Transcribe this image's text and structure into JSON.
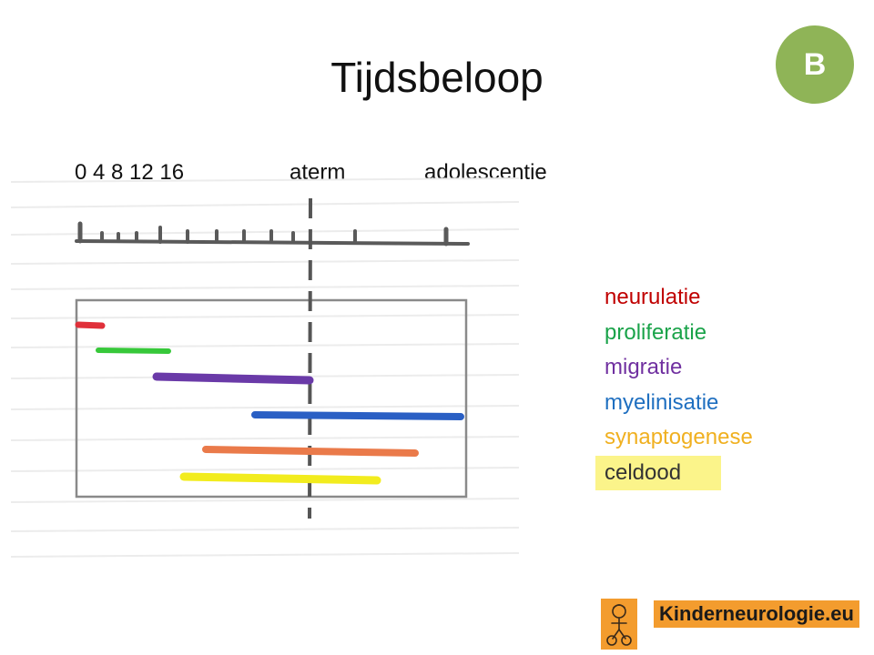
{
  "title": "Tijdsbeloop",
  "badge": "B",
  "axis_labels": {
    "weeks": "0  4  8 12 16",
    "term": "aterm",
    "adolescence": "adolescentie"
  },
  "legend": [
    {
      "label": "neurulatie",
      "color": "#c00000"
    },
    {
      "label": "proliferatie",
      "color": "#1aa34a"
    },
    {
      "label": "migratie",
      "color": "#7030a0"
    },
    {
      "label": "myelinisatie",
      "color": "#1f6fc0"
    },
    {
      "label": "synaptogenese",
      "color": "#f0b020"
    },
    {
      "label": "celdood",
      "color": "#333333",
      "highlight": "#fbf48a"
    }
  ],
  "bar_colors": {
    "neurulatie": "#e0303a",
    "proliferatie": "#37c83a",
    "migratie": "#6a3aa8",
    "myelinisatie": "#2a5fc4",
    "synaptogenese": "#ea7a4a",
    "celdood": "#f2ec1e"
  },
  "brand": "Kinderneurologie.eu",
  "brand_color": "#f39c2e"
}
